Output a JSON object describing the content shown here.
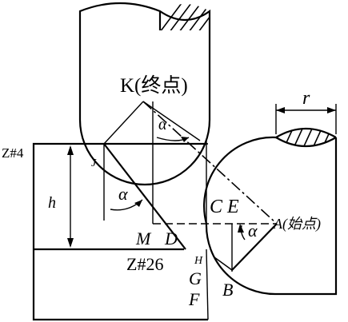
{
  "labels": {
    "K": "K(终点)",
    "A": "A(始点)",
    "r": "r",
    "z4": "Z#4",
    "z26": "Z#26",
    "J": "J",
    "h": "h",
    "alpha": "α",
    "C": "C",
    "E": "E",
    "M": "M",
    "D": "D",
    "H": "H",
    "G": "G",
    "F": "F",
    "B": "B"
  }
}
